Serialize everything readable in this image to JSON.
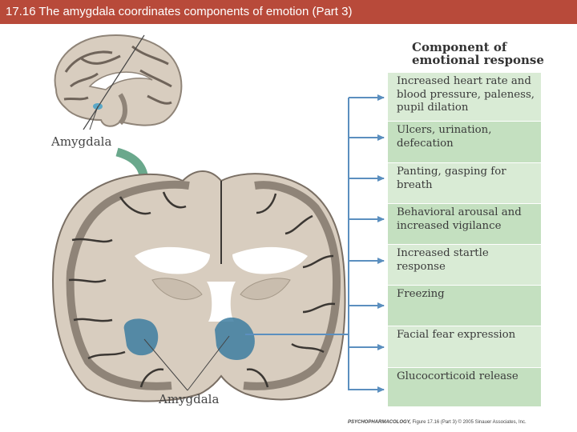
{
  "title": "17.16 The amygdala coordinates components of emotion (Part 3)",
  "labels": {
    "amygdala_top": "Amygdala",
    "amygdala_bottom": "Amygdala"
  },
  "components": {
    "header": [
      "Component of",
      "emotional response"
    ],
    "items": [
      {
        "lines": [
          "Increased heart rate and",
          "blood pressure, paleness,",
          "pupil dilation"
        ]
      },
      {
        "lines": [
          "Ulcers, urination,",
          "defecation"
        ]
      },
      {
        "lines": [
          "Panting, gasping for",
          "breath"
        ]
      },
      {
        "lines": [
          "Behavioral arousal and",
          "increased vigilance"
        ]
      },
      {
        "lines": [
          "Increased startle",
          "response"
        ]
      },
      {
        "lines": [
          "Freezing"
        ]
      },
      {
        "lines": [
          "Facial fear expression"
        ]
      },
      {
        "lines": [
          "Glucocorticoid release"
        ]
      }
    ],
    "row_colors": [
      "#d9ebd5",
      "#c4e0c0"
    ]
  },
  "credit": {
    "book": "PSYCHOPHARMACOLOGY,",
    "text": "Figure 17.16 (Part 3) © 2005 Sinauer Associates, Inc."
  },
  "colors": {
    "title_bar": "#b84a3a",
    "arrow_blue": "#5b8fbf",
    "amygdala_fill": "#3d7da0",
    "tissue": "#d8cdbf",
    "gray_matter": "#8f8478",
    "sulcus": "#3b3733"
  }
}
